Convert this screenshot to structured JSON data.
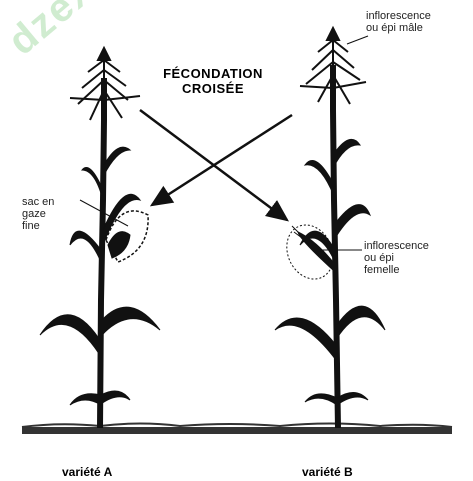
{
  "watermark": "dzexams.com",
  "title": {
    "line1": "FÉCONDATION",
    "line2": "CROISÉE"
  },
  "labels": {
    "inflorescence_male": {
      "line1": "inflorescence",
      "line2": "ou épi mâle"
    },
    "sac": {
      "line1": "sac en",
      "line2": "gaze",
      "line3": "fine"
    },
    "inflorescence_femelle": {
      "line1": "inflorescence",
      "line2": "ou épi",
      "line3": "femelle"
    }
  },
  "varieties": {
    "a": "variété A",
    "b": "variété B"
  },
  "colors": {
    "ink": "#111111",
    "ground": "#333333",
    "watermark": "#78c878"
  }
}
